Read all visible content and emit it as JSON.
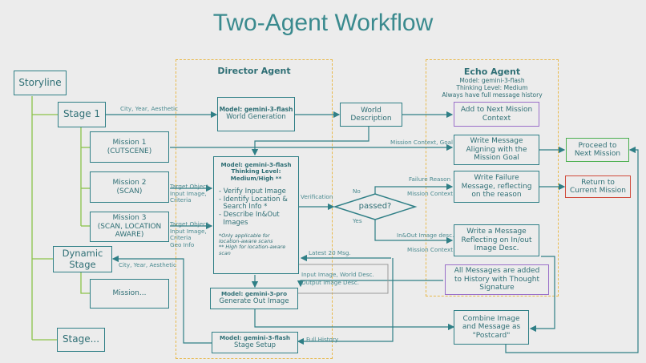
{
  "title": "Two-Agent Workflow",
  "director": {
    "label": "Director Agent"
  },
  "echo": {
    "label": "Echo Agent",
    "model": "Model: gemini-3-flash",
    "thinking": "Thinking Level: Medium",
    "history": "Always have full message history"
  },
  "left": {
    "storyline": "Storyline",
    "stage1": "Stage 1",
    "mission1": [
      "Mission 1",
      "(CUTSCENE)"
    ],
    "mission2": [
      "Mission 2",
      "(SCAN)"
    ],
    "mission3": [
      "Mission 3",
      "(SCAN, LOCATION",
      "AWARE)"
    ],
    "dynamic": [
      "Dynamic",
      "Stage"
    ],
    "mission_more": "Mission...",
    "stage_more": "Stage..."
  },
  "nodes": {
    "world_gen": {
      "model": "Model: gemini-3-flash",
      "name": "World Generation"
    },
    "verify": {
      "model": "Model: gemini-3-flash",
      "thinking": "Thinking Level:",
      "thinking2": "Medium/High **",
      "items": [
        "- Verify Input Image",
        "- Identify Location &",
        "  Search Info *",
        "- Describe In&Out",
        "  Images"
      ],
      "notes": [
        "*Only applicable for",
        "location-aware scans",
        "** High for location-aware",
        "scan"
      ]
    },
    "gen_out": {
      "model": "Model: gemini-3-pro",
      "name": "Generate Out Image"
    },
    "stage_setup": {
      "model": "Model: gemini-3-flash",
      "name": "Stage Setup"
    },
    "world_desc": [
      "World",
      "Description"
    ],
    "passed": "passed?",
    "add_next": [
      "Add to Next Mission",
      "Context"
    ],
    "write_goal": [
      "Write Message",
      "Aligning with the",
      "Mission Goal"
    ],
    "write_fail": [
      "Write Failure",
      "Message, reflecting",
      "on the reason"
    ],
    "write_reflect": [
      "Write a Message",
      "Reflecting on In/out",
      "Image Desc."
    ],
    "all_messages": [
      "All Messages are added",
      "to History with Thought",
      "Signature"
    ],
    "combine": [
      "Combine Image",
      "and Message as",
      "\"Postcard\""
    ],
    "proceed": [
      "Proceed to",
      "Next Mission"
    ],
    "return": [
      "Return to",
      "Current Mission"
    ]
  },
  "edges": {
    "city1": "City, Year, Aesthetic",
    "city2": "City, Year, Aesthetic",
    "target1": [
      "Target Object,",
      "Input Image,",
      "Criteria"
    ],
    "target2": [
      "Target Object,",
      "Input Image,",
      "Criteria",
      "Geo Info"
    ],
    "mission_ctx_goal": "Mission Context, Goal",
    "verification": "Verification",
    "no": "No",
    "yes": "Yes",
    "failure_reason": "Failure Reason",
    "mission_ctx1": "Mission Context",
    "mission_ctx2": "Mission Context",
    "inout_desc": "In&Out Image desc.",
    "latest": "Latest 20 Msg.",
    "input_world": "Input Image, World Desc.",
    "output_desc": "Output Image Desc.",
    "full_history": "Full History"
  }
}
